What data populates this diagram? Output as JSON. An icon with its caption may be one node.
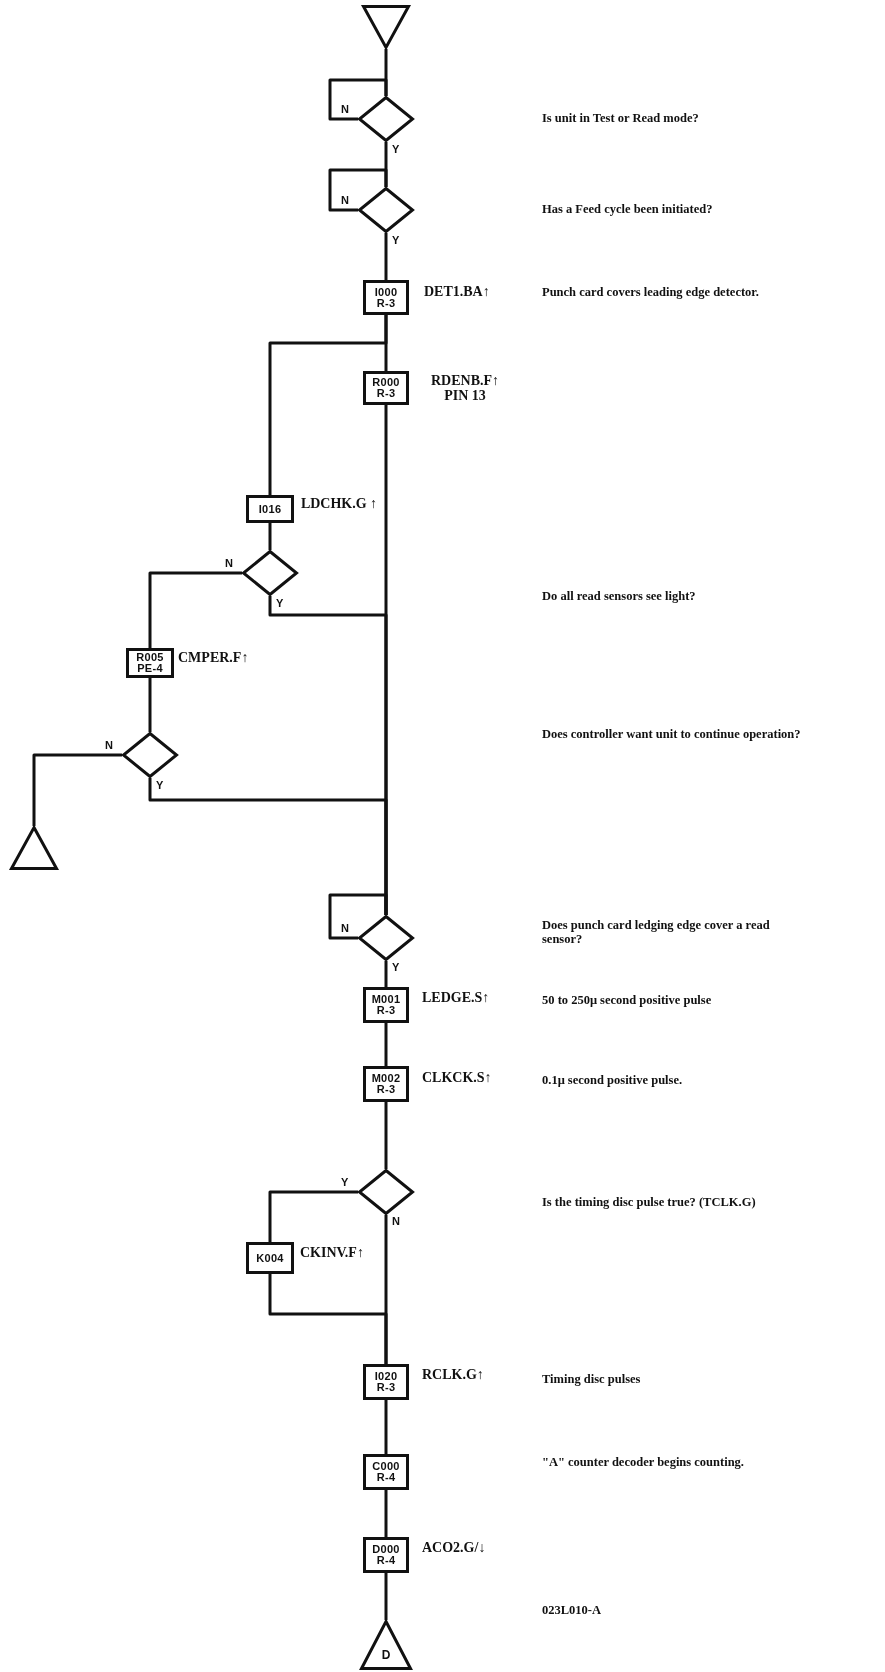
{
  "diagram": {
    "nodes": [
      {
        "text": [],
        "shape": "triangle"
      },
      {
        "text": [],
        "shape": "diamond"
      },
      {
        "text": [],
        "shape": "diamond"
      },
      {
        "text": [
          "I000",
          "R-3"
        ],
        "beside": [
          "DET1.BA↑"
        ]
      },
      {
        "text": [
          "R000",
          "R-3"
        ],
        "beside": [
          "RDENB.F↑ PIN 13"
        ]
      },
      {
        "text": [
          "I016"
        ],
        "beside": [
          "LDCHK.G ↑"
        ]
      },
      {
        "text": [],
        "shape": "diamond"
      },
      {
        "text": [
          "R005",
          "PE-4"
        ],
        "beside": [
          "CMPER.F↑"
        ]
      },
      {
        "text": [],
        "shape": "diamond"
      },
      {
        "text": [],
        "shape": "triangle"
      },
      {
        "text": [],
        "shape": "diamond"
      },
      {
        "text": [
          "M001",
          "R-3"
        ],
        "beside": [
          "LEDGE.S↑"
        ]
      },
      {
        "text": [
          "M002",
          "R-3"
        ],
        "beside": [
          "CLKCK.S↑"
        ]
      },
      {
        "text": [],
        "shape": "diamond"
      },
      {
        "text": [
          "K004"
        ],
        "beside": [
          "CKINV.F↑"
        ]
      },
      {
        "text": [
          "I020",
          "R-3"
        ],
        "beside": [
          "RCLK.G↑"
        ]
      },
      {
        "text": [
          "C000",
          "R-4"
        ]
      },
      {
        "text": [
          "D000",
          "R-4"
        ],
        "beside": [
          "ACO2.G/↓"
        ]
      },
      {
        "text": [
          "D"
        ]
      }
    ],
    "edges": [
      {
        "from": 0,
        "to": 1,
        "arrow": "none"
      },
      {
        "from": 1,
        "to": 1,
        "arrow": "none",
        "label": "N"
      },
      {
        "from": 1,
        "to": 2,
        "arrow": "none",
        "label": "Y"
      },
      {
        "from": 2,
        "to": 2,
        "arrow": "none",
        "label": "N"
      },
      {
        "from": 2,
        "to": 3,
        "arrow": "none",
        "label": "Y"
      },
      {
        "from": 3,
        "to": 4,
        "arrow": "none"
      },
      {
        "from": 3,
        "to": 5,
        "arrow": "none"
      },
      {
        "from": 5,
        "to": 6,
        "arrow": "none"
      },
      {
        "from": 6,
        "to": 7,
        "arrow": "none",
        "label": "N"
      },
      {
        "from": 6,
        "to": 10,
        "arrow": "none",
        "label": "Y"
      },
      {
        "from": 4,
        "to": 10,
        "arrow": "none"
      },
      {
        "from": 7,
        "to": 8,
        "arrow": "none"
      },
      {
        "from": 8,
        "to": 9,
        "arrow": "none",
        "label": "N"
      },
      {
        "from": 8,
        "to": 10,
        "arrow": "none",
        "label": "Y"
      },
      {
        "from": 10,
        "to": 10,
        "arrow": "none",
        "label": "N"
      },
      {
        "from": 10,
        "to": 11,
        "arrow": "none",
        "label": "Y"
      },
      {
        "from": 11,
        "to": 12,
        "arrow": "none"
      },
      {
        "from": 12,
        "to": 13,
        "arrow": "none"
      },
      {
        "from": 13,
        "to": 14,
        "arrow": "none",
        "label": "Y"
      },
      {
        "from": 13,
        "to": 15,
        "arrow": "none",
        "label": "N"
      },
      {
        "from": 14,
        "to": 15,
        "arrow": "none"
      },
      {
        "from": 15,
        "to": 16,
        "arrow": "none"
      },
      {
        "from": 16,
        "to": 17,
        "arrow": "none"
      },
      {
        "from": 17,
        "to": 18,
        "arrow": "none"
      }
    ],
    "labels": [
      "Is unit in Test or Read mode?",
      "Has a Feed cycle been initiated?",
      "Punch card covers leading edge detector.",
      "Do all read sensors see light?",
      "Does controller want unit to continue operation?",
      "Does punch card ledging edge cover a read sensor?",
      "50 to 250μ second positive pulse",
      "0.1μ second positive pulse.",
      "Is the timing disc pulse true? (TCLK.G)",
      "Timing disc pulses",
      "\"A\" counter decoder begins counting.",
      "023L010-A"
    ]
  }
}
